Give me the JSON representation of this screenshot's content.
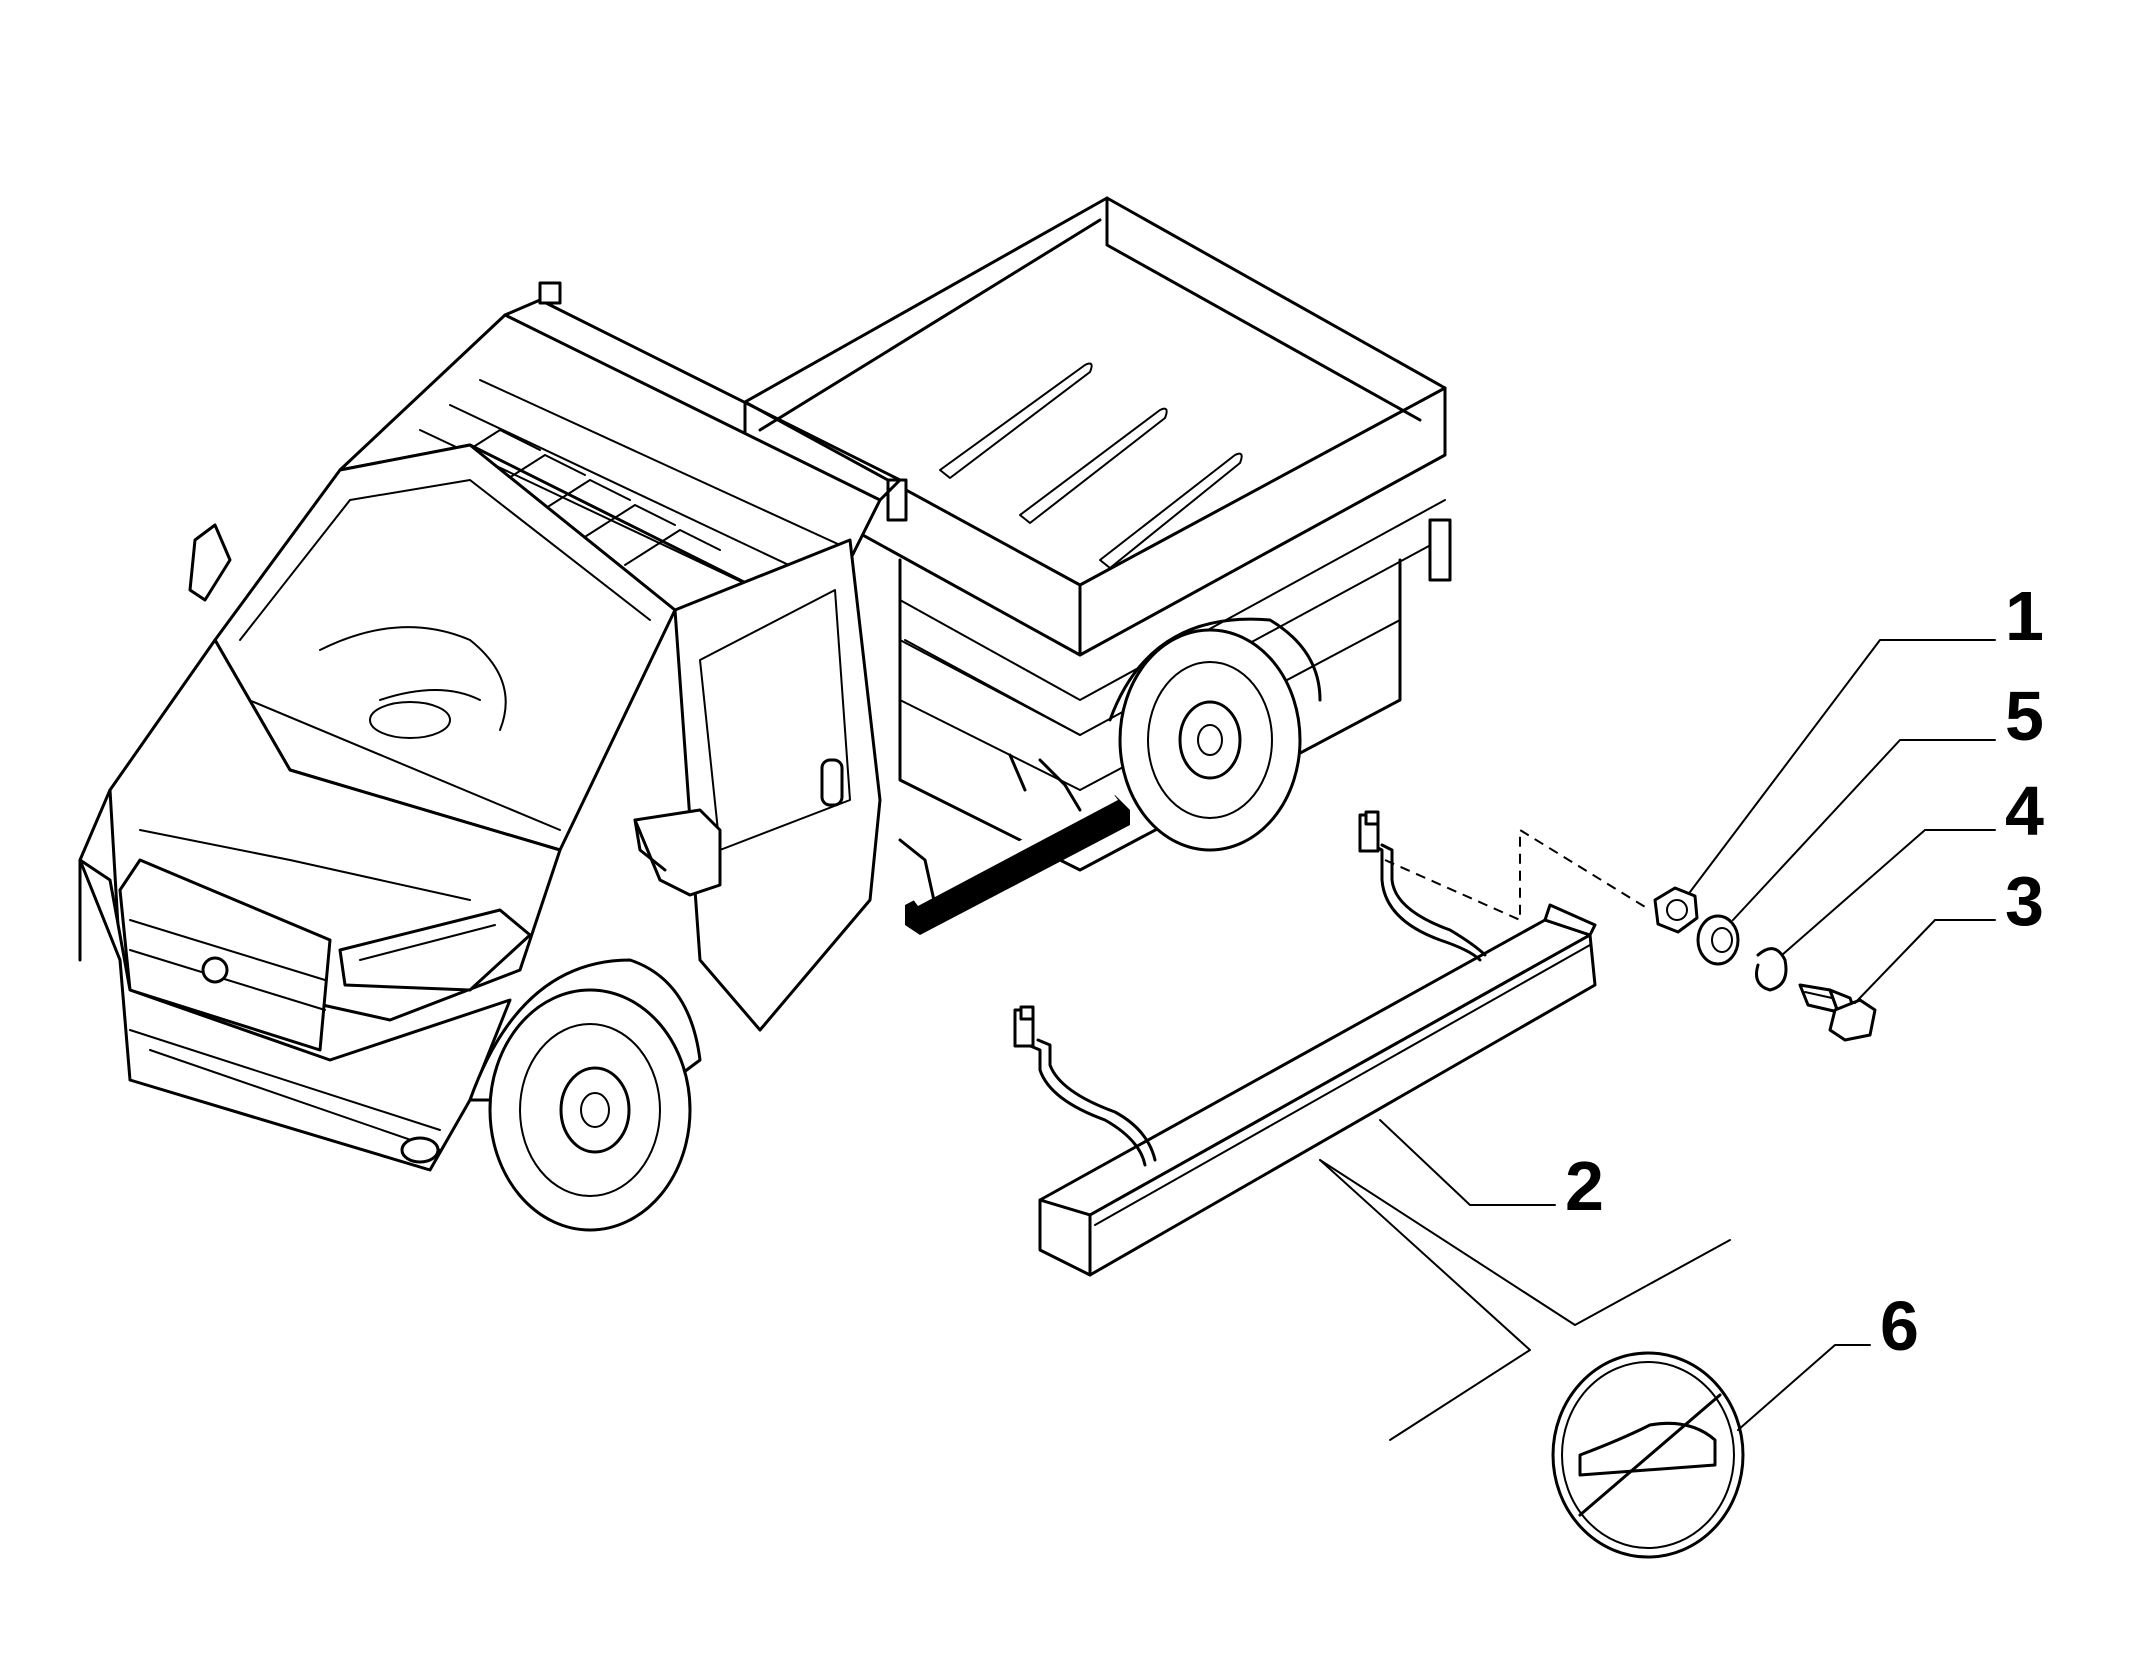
{
  "callouts": [
    {
      "id": "nut",
      "number": "1"
    },
    {
      "id": "washer",
      "number": "5"
    },
    {
      "id": "spring-washer",
      "number": "4"
    },
    {
      "id": "bolt",
      "number": "3"
    },
    {
      "id": "side-step",
      "number": "2"
    },
    {
      "id": "no-step-decal",
      "number": "6"
    }
  ]
}
